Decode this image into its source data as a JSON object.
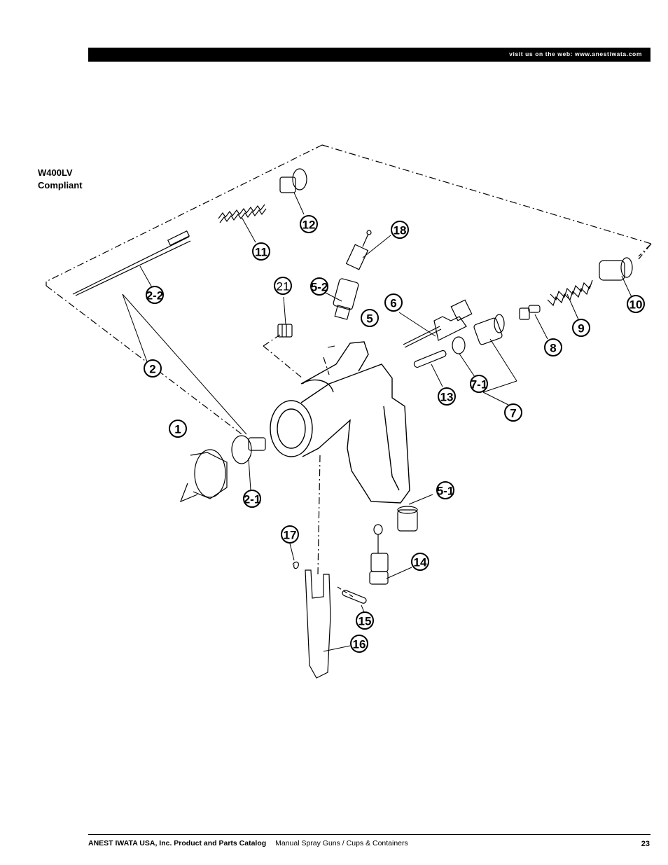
{
  "header": {
    "website_text": "visit us on the web: www.anestiwata.com"
  },
  "model": {
    "name": "W400LV",
    "status": "Compliant"
  },
  "callouts": [
    "1",
    "2",
    "2-1",
    "2-2",
    "5",
    "5-1",
    "5-2",
    "6",
    "7",
    "7-1",
    "8",
    "9",
    "10",
    "11",
    "12",
    "13",
    "14",
    "15",
    "16",
    "17",
    "18",
    "21"
  ],
  "footer": {
    "catalog_title": "ANEST IWATA USA, Inc. Product and Parts Catalog",
    "section": "Manual Spray Guns / Cups & Containers",
    "page_number": "23"
  }
}
